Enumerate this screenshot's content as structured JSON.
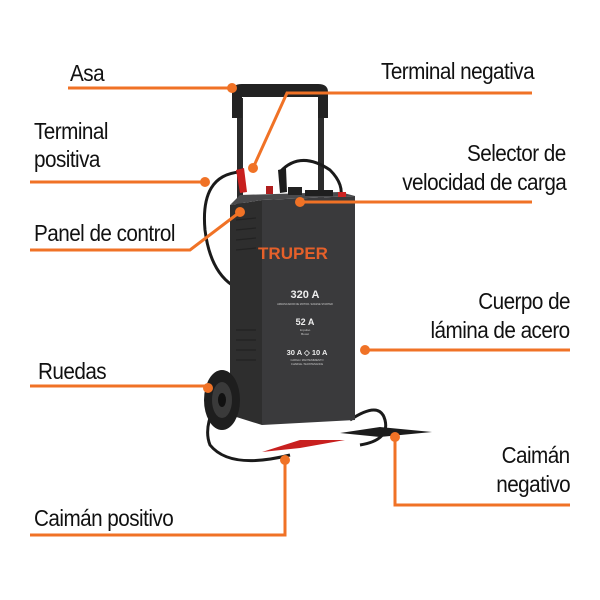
{
  "accent_color": "#f07226",
  "labels": {
    "asa": "Asa",
    "terminal_negativa": "Terminal negativa",
    "terminal_positiva_1": "Terminal",
    "terminal_positiva_2": "positiva",
    "selector_1": "Selector de",
    "selector_2": "velocidad de carga",
    "panel": "Panel de control",
    "cuerpo_1": "Cuerpo de",
    "cuerpo_2": "lámina de acero",
    "ruedas": "Ruedas",
    "caiman_negativo_1": "Caimán",
    "caiman_negativo_2": "negativo",
    "caiman_positivo": "Caimán positivo"
  },
  "device": {
    "brand": "TRUPER",
    "rating_1": "320 A",
    "rating_1_sub": "ARRANCADOR DE MOTOR / ENGINE STARTER",
    "rating_2": "52 A",
    "rating_2_sub1": "Impulso",
    "rating_2_sub2": "Boost",
    "rating_3": "30 A ◇ 10 A",
    "rating_3_sub1": "CARGA / MANTENIMIENTO",
    "rating_3_sub2": "CHARGE / MAINTENANCE"
  }
}
